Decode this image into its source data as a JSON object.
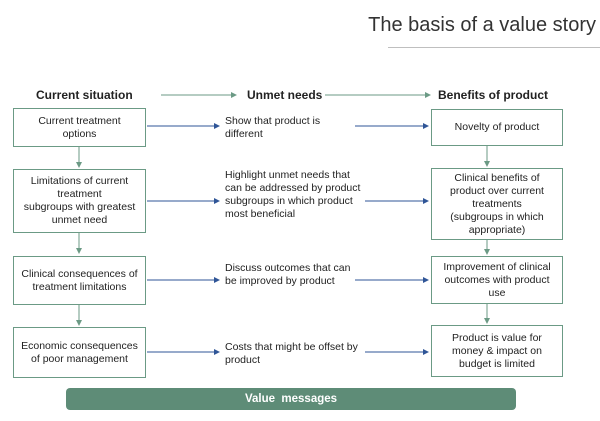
{
  "title": "The basis of a value story",
  "headers": {
    "current": "Current situation",
    "unmet": "Unmet needs",
    "benefits": "Benefits of product"
  },
  "left_boxes": [
    "Current treatment\noptions",
    "Limitations of current\ntreatment\nsubgroups with greatest\nunmet need",
    "Clinical consequences of\ntreatment limitations",
    "Economic consequences\nof poor management"
  ],
  "middle_texts": [
    "Show that product is\ndifferent",
    "Highlight unmet needs that\ncan be addressed by product\nsubgroups in which product\nmost beneficial",
    "Discuss outcomes that can\nbe improved by product",
    "Costs that might be offset by\nproduct"
  ],
  "right_boxes": [
    "Novelty of product",
    "Clinical benefits of\nproduct over current\ntreatments\n(subgroups in which\nappropriate)",
    "Improvement of clinical\noutcomes with product\nuse",
    "Product is value for\nmoney & impact on\nbudget is limited"
  ],
  "footer": "Value  messages",
  "colors": {
    "box_border": "#6b9a85",
    "arrow_blue": "#2f5597",
    "arrow_green": "#6b9a85",
    "footer_bg": "#5e8c77"
  }
}
